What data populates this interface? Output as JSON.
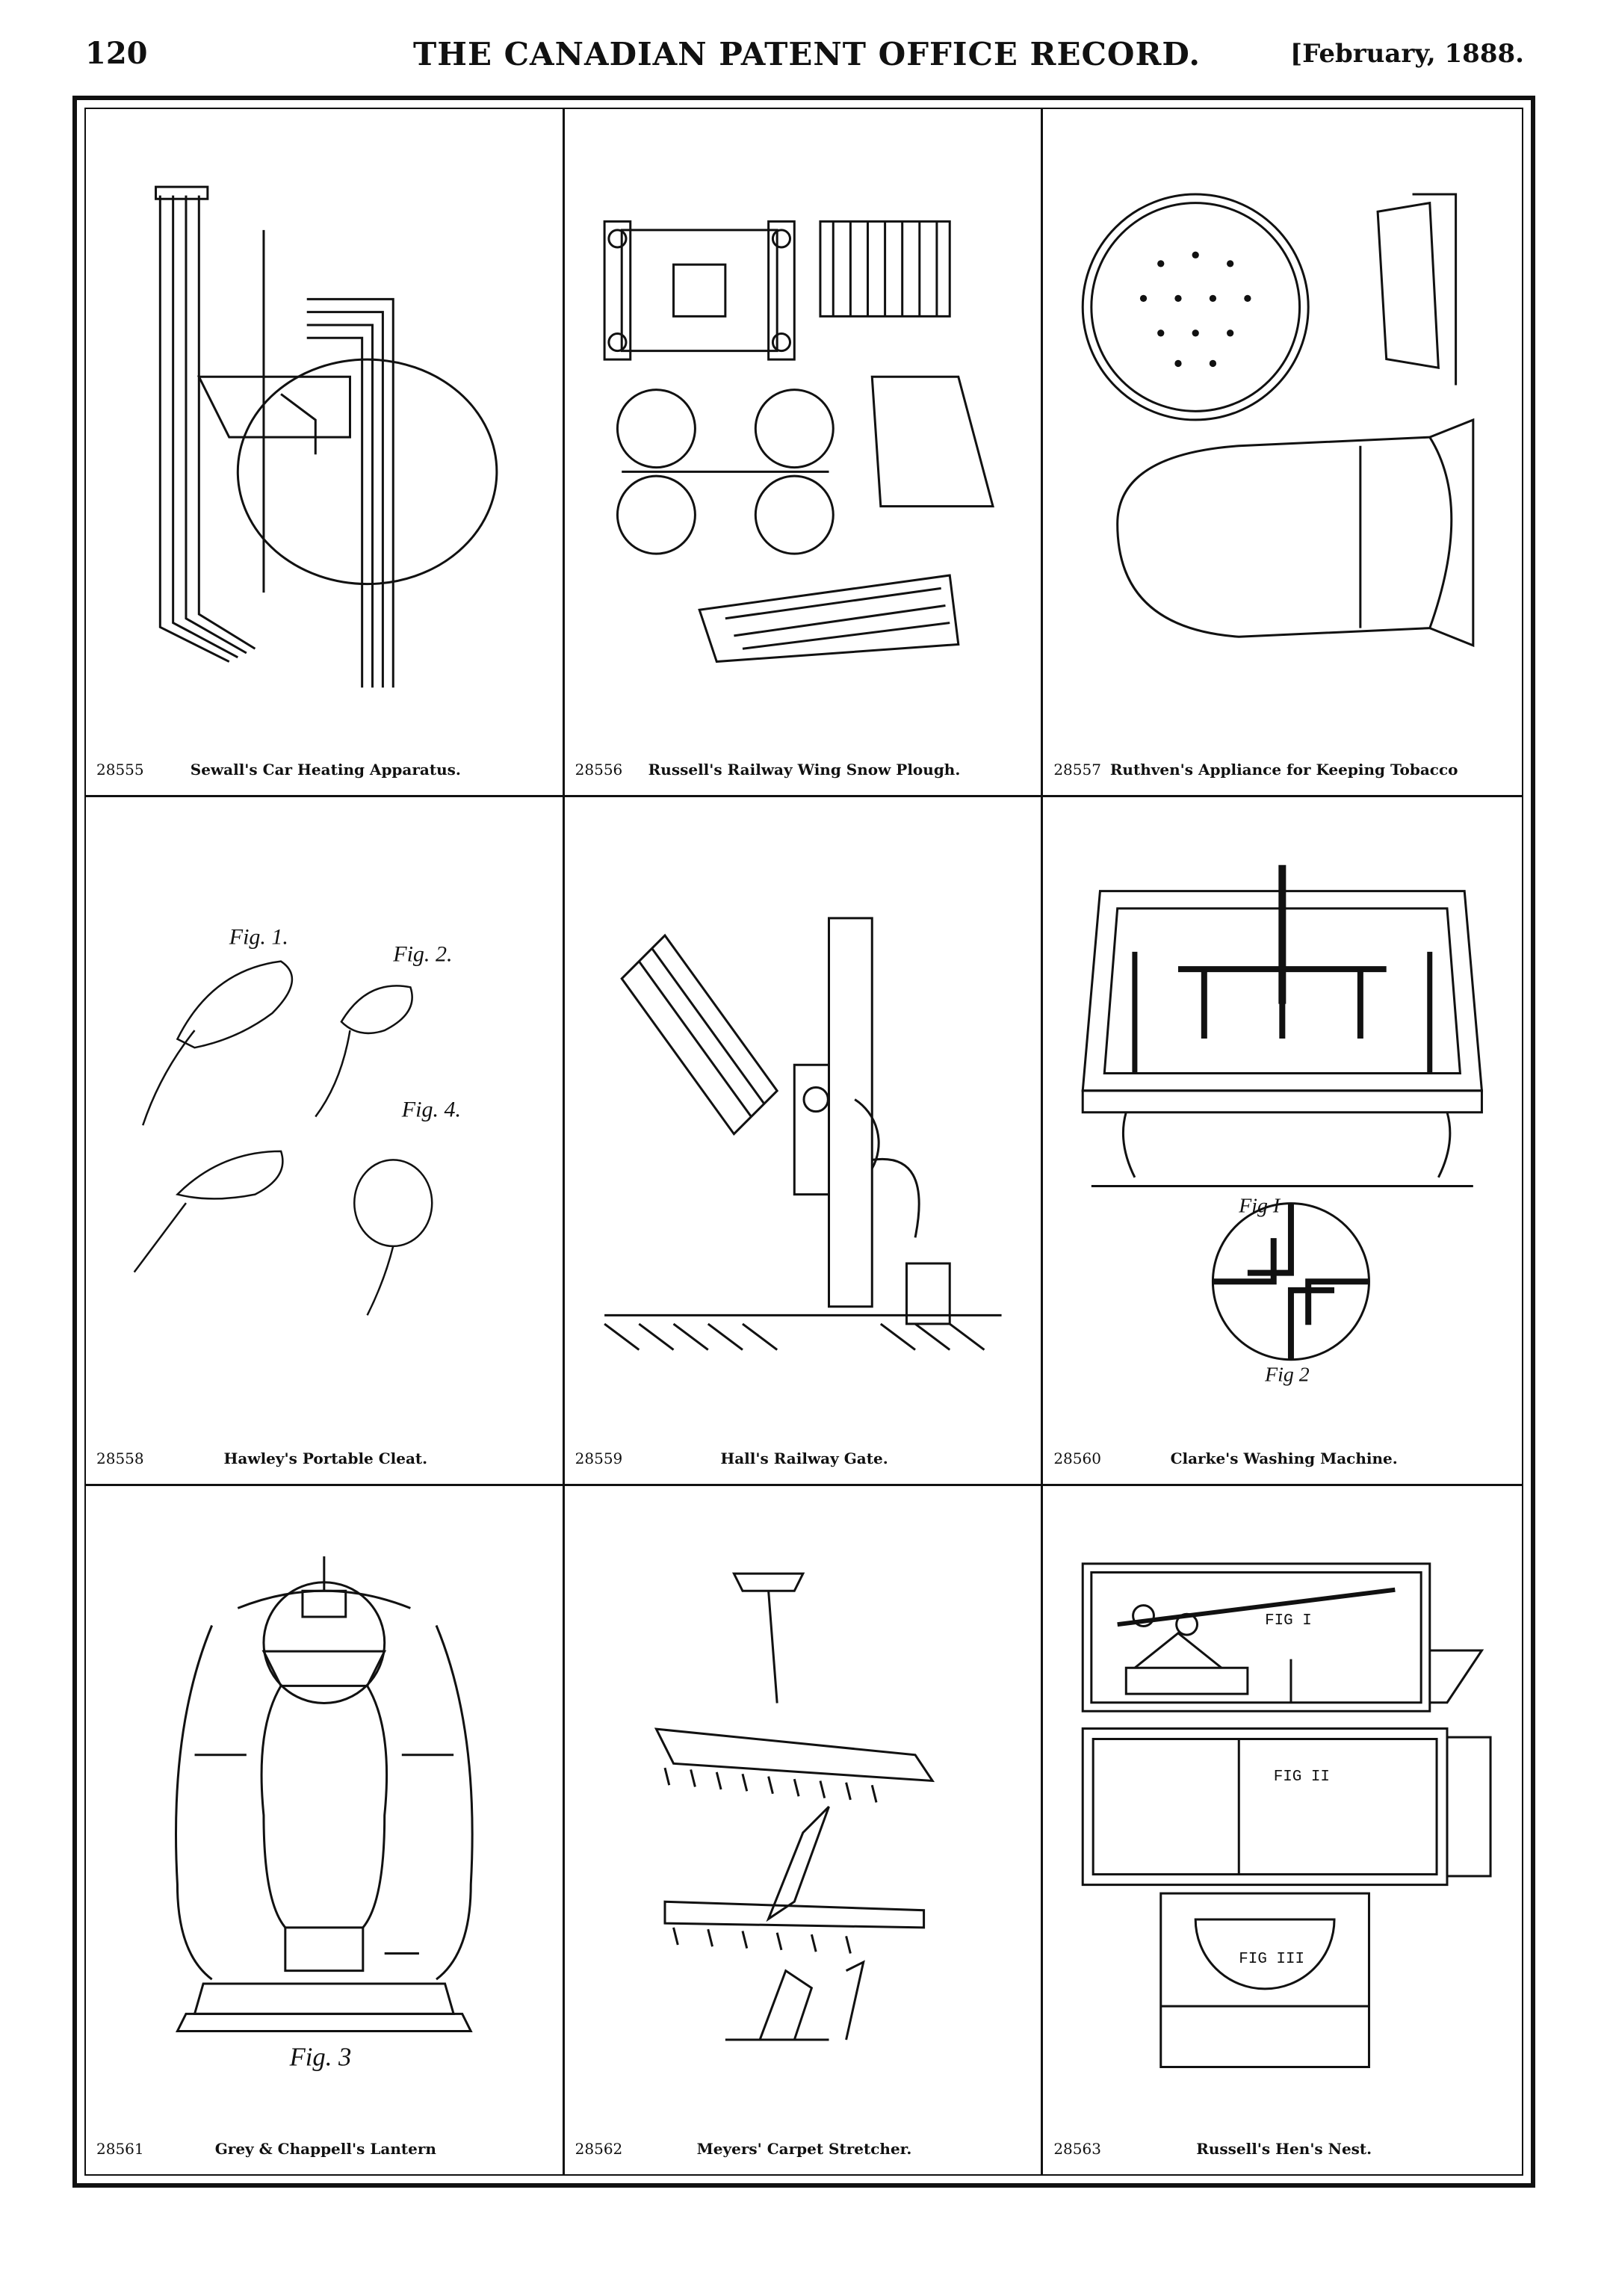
{
  "header": {
    "page_number": "120",
    "title": "THE CANADIAN PATENT OFFICE RECORD.",
    "date": "[February, 1888."
  },
  "patents": [
    {
      "number": "28555",
      "title": "Sewall's Car Heating Apparatus."
    },
    {
      "number": "28556",
      "title": "Russell's Railway Wing Snow Plough."
    },
    {
      "number": "28557",
      "title": "Ruthven's Appliance for Keeping Tobacco"
    },
    {
      "number": "28558",
      "title": "Hawley's Portable Cleat."
    },
    {
      "number": "28559",
      "title": "Hall's Railway Gate."
    },
    {
      "number": "28560",
      "title": "Clarke's Washing Machine."
    },
    {
      "number": "28561",
      "title": "Grey & Chappell's Lantern"
    },
    {
      "number": "28562",
      "title": "Meyers' Carpet Stretcher."
    },
    {
      "number": "28563",
      "title": "Russell's Hen's Nest."
    }
  ],
  "figure_labels": {
    "cleat_fig1": "Fig. 1.",
    "cleat_fig2": "Fig. 2.",
    "cleat_fig4": "Fig. 4.",
    "washer_fig1": "Fig I",
    "washer_fig2": "Fig 2",
    "lantern_fig": "Fig. 3",
    "nest_fig1": "FIG I",
    "nest_fig2": "FIG II",
    "nest_fig3": "FIG III"
  }
}
